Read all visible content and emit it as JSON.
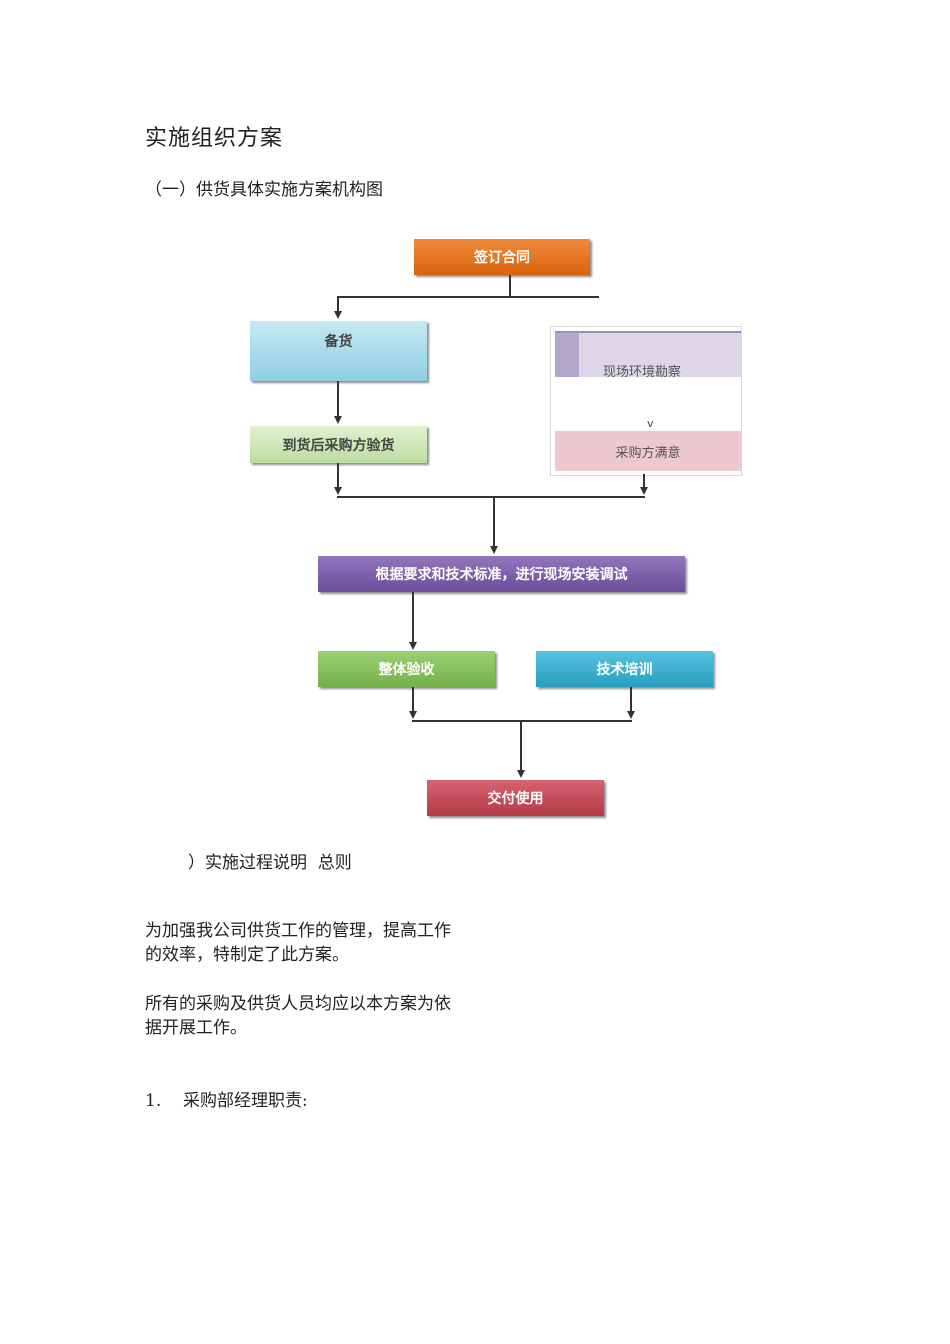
{
  "title": "实施组织方案",
  "subtitle": "（一）供货具体实施方案机构图",
  "flowchart": {
    "sign_contract": "签订合同",
    "stock_prep": "备货",
    "inspection": "到货后采购方验货",
    "site_survey": "现场环境勘察",
    "v_mark": "v",
    "buyer_satisfied": "采购方满意",
    "installation": "根据要求和技术标准，进行现场安装调试",
    "acceptance": "整体验收",
    "training": "技术培训",
    "delivery": "交付使用"
  },
  "section2_heading": "）实施过程说明  总则",
  "paragraph1": "为加强我公司供货工作的管理，提高工作的效率，特制定了此方案。",
  "paragraph2": "所有的采购及供货人员均应以本方案为依据开展工作。",
  "list_item_1": {
    "number": "1.",
    "text": "采购部经理职责:"
  },
  "colors": {
    "orange": "#e8731d",
    "light_blue": "#a9dcea",
    "light_green": "#cfe5b8",
    "purple": "#7a5ca6",
    "green": "#84c05a",
    "teal": "#37b0cf",
    "red": "#c44a55",
    "lavender": "#d9d4e6",
    "pink": "#ecc7cd"
  }
}
